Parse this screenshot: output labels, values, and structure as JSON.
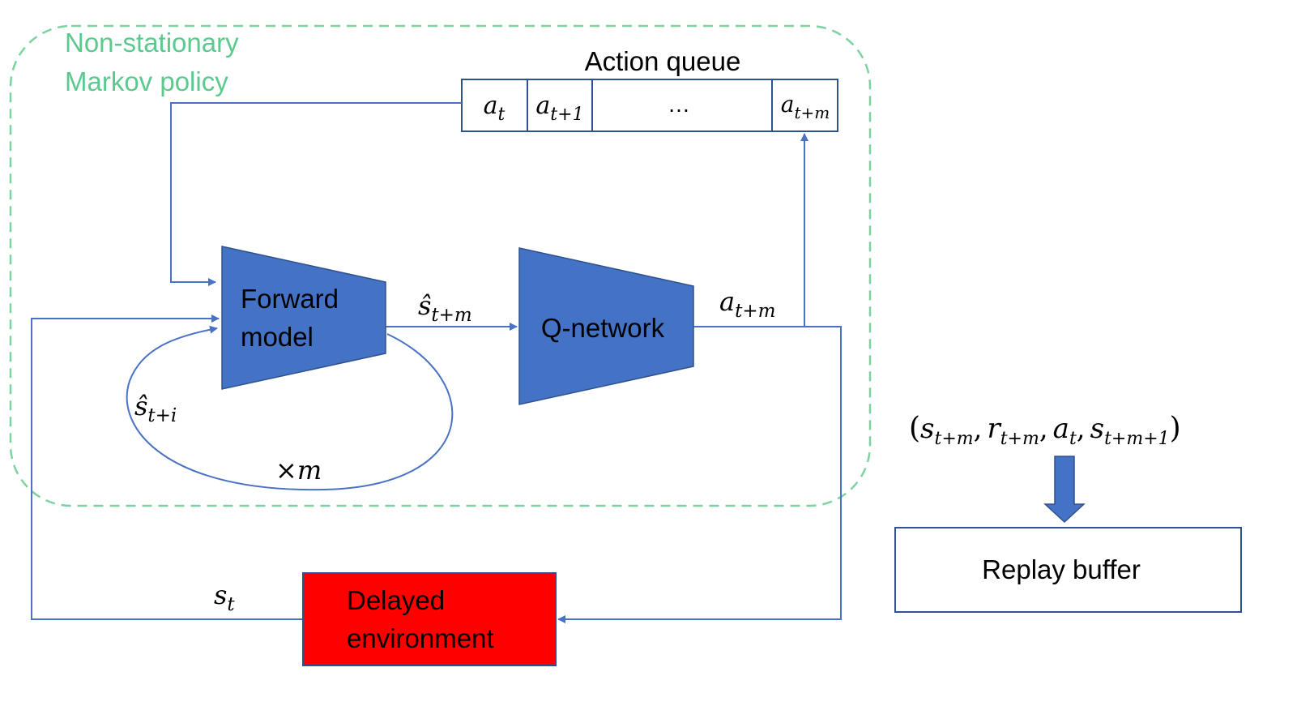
{
  "region": {
    "label_line1": "Non-stationary",
    "label_line2": "Markov policy",
    "color": "#7dd3a0"
  },
  "action_queue": {
    "title": "Action queue",
    "cells": [
      {
        "base": "a",
        "sub": "t"
      },
      {
        "base": "a",
        "sub": "t+1"
      },
      {
        "base": "…",
        "sub": ""
      },
      {
        "base": "a",
        "sub": "t+m"
      }
    ]
  },
  "forward_model": {
    "line1": "Forward",
    "line2": "model"
  },
  "q_network": {
    "label": "Q-network"
  },
  "edges": {
    "shat_tm": {
      "hat": "ŝ",
      "sub": "t+m"
    },
    "a_tm": {
      "base": "a",
      "sub": "t+m"
    },
    "shat_ti": {
      "hat": "ŝ",
      "sub": "t+i"
    },
    "loop_count": {
      "times": "×",
      "var": "m"
    },
    "s_t": {
      "base": "s",
      "sub": "t"
    }
  },
  "environment": {
    "line1": "Delayed",
    "line2": "environment",
    "fill": "#ff0000"
  },
  "transition": {
    "open": "(",
    "close": ")",
    "sep": ",",
    "terms": [
      {
        "base": "s",
        "sub": "t+m"
      },
      {
        "base": "r",
        "sub": "t+m"
      },
      {
        "base": "a",
        "sub": "t"
      },
      {
        "base": "s",
        "sub": "t+m+1"
      }
    ]
  },
  "replay_buffer": {
    "label": "Replay buffer"
  },
  "colors": {
    "block": "#4472c4",
    "block_border": "#2f528f",
    "line": "#4a72c4"
  }
}
